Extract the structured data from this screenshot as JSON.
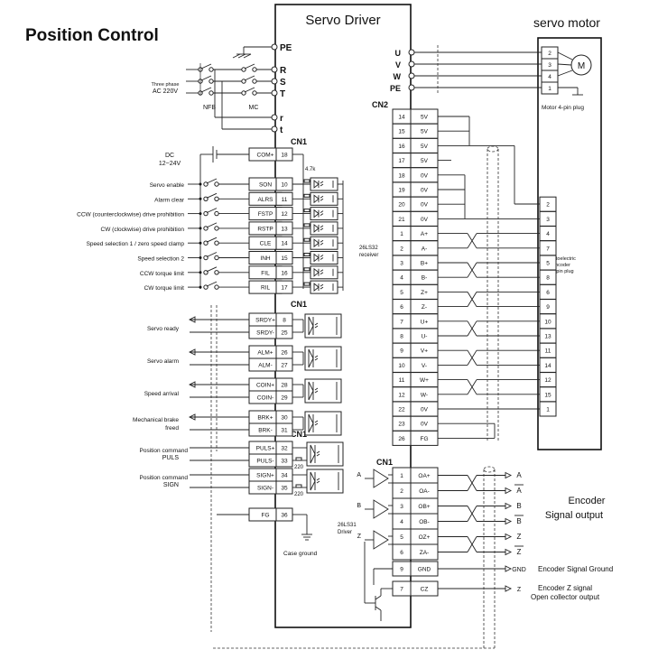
{
  "title": "Position Control",
  "servo_driver": {
    "title": "Servo Driver"
  },
  "servo_motor": {
    "title": "servo motor",
    "motor_symbol": "M",
    "plug_label": "Motor 4-pin plug",
    "plug_pins": [
      "2",
      "3",
      "4",
      "1"
    ],
    "encoder_plug_label": [
      "Photoelectric",
      "encoder",
      "15-pin plug"
    ]
  },
  "power": {
    "terminals": [
      "PE",
      "R",
      "S",
      "T",
      "r",
      "t"
    ],
    "motor_terminals": [
      "U",
      "V",
      "W",
      "PE"
    ],
    "supply_label": [
      "Three phase",
      "AC 220V"
    ],
    "nfb_label": "NFB",
    "mc_label": "MC"
  },
  "cn1_label": "CN1",
  "cn2_label": "CN2",
  "dc_supply": [
    "DC",
    "12~24V"
  ],
  "resistor_label": "4.7k",
  "inputs": [
    {
      "desc": "Servo enable",
      "signal": "SON",
      "pin": "10"
    },
    {
      "desc": "Alarm clear",
      "signal": "ALRS",
      "pin": "11"
    },
    {
      "desc": "CCW (counterclockwise) drive prohibition",
      "signal": "FSTP",
      "pin": "12"
    },
    {
      "desc": "CW (clockwise) drive prohibition",
      "signal": "RSTP",
      "pin": "13"
    },
    {
      "desc": "Speed selection 1 / zero speed clamp",
      "signal": "CLE",
      "pin": "14"
    },
    {
      "desc": "Speed selection 2",
      "signal": "INH",
      "pin": "15"
    },
    {
      "desc": "CCW torque limit",
      "signal": "FIL",
      "pin": "16"
    },
    {
      "desc": "CW torque limit",
      "signal": "RIL",
      "pin": "17"
    }
  ],
  "com": {
    "signal": "COM+",
    "pin": "18"
  },
  "outputs": [
    {
      "desc": [
        "Servo ready"
      ],
      "signals": [
        "SRDY+",
        "SRDY-"
      ],
      "pins": [
        "8",
        "25"
      ]
    },
    {
      "desc": [
        "Servo alarm"
      ],
      "signals": [
        "ALM+",
        "ALM-"
      ],
      "pins": [
        "26",
        "27"
      ]
    },
    {
      "desc": [
        "Speed arrival"
      ],
      "signals": [
        "COIN+",
        "COIN-"
      ],
      "pins": [
        "28",
        "29"
      ]
    },
    {
      "desc": [
        "Mechanical brake",
        "freed"
      ],
      "signals": [
        "BRK+",
        "BRK-"
      ],
      "pins": [
        "30",
        "31"
      ]
    }
  ],
  "pulse_inputs": [
    {
      "desc": [
        "Position command",
        "PULS"
      ],
      "signals": [
        "PULS+",
        "PULS-"
      ],
      "pins": [
        "32",
        "33"
      ],
      "resistor": "220"
    },
    {
      "desc": [
        "Position command",
        "SIGN"
      ],
      "signals": [
        "SIGN+",
        "SIGN-"
      ],
      "pins": [
        "34",
        "35"
      ],
      "resistor": "220"
    }
  ],
  "fg": {
    "signal": "FG",
    "pin": "36"
  },
  "case_ground": "Case ground",
  "receiver_label": [
    "26LS32",
    "receiver"
  ],
  "cn2_rows": [
    {
      "pin": "14",
      "signal": "5V",
      "motor_pin": ""
    },
    {
      "pin": "15",
      "signal": "5V",
      "motor_pin": ""
    },
    {
      "pin": "16",
      "signal": "5V",
      "motor_pin": ""
    },
    {
      "pin": "17",
      "signal": "5V",
      "motor_pin": ""
    },
    {
      "pin": "18",
      "signal": "0V",
      "motor_pin": ""
    },
    {
      "pin": "19",
      "signal": "0V",
      "motor_pin": ""
    },
    {
      "pin": "20",
      "signal": "0V",
      "motor_pin": "2"
    },
    {
      "pin": "21",
      "signal": "0V",
      "motor_pin": "3"
    },
    {
      "pin": "1",
      "signal": "A+",
      "motor_pin": "4"
    },
    {
      "pin": "2",
      "signal": "A-",
      "motor_pin": "7"
    },
    {
      "pin": "3",
      "signal": "B+",
      "motor_pin": "5"
    },
    {
      "pin": "4",
      "signal": "B-",
      "motor_pin": "8"
    },
    {
      "pin": "5",
      "signal": "Z+",
      "motor_pin": "6"
    },
    {
      "pin": "6",
      "signal": "Z-",
      "motor_pin": "9"
    },
    {
      "pin": "7",
      "signal": "U+",
      "motor_pin": "10"
    },
    {
      "pin": "8",
      "signal": "U-",
      "motor_pin": "13"
    },
    {
      "pin": "9",
      "signal": "V+",
      "motor_pin": "11"
    },
    {
      "pin": "10",
      "signal": "V-",
      "motor_pin": "14"
    },
    {
      "pin": "11",
      "signal": "W+",
      "motor_pin": "12"
    },
    {
      "pin": "12",
      "signal": "W-",
      "motor_pin": "15"
    },
    {
      "pin": "22",
      "signal": "0V",
      "motor_pin": "1"
    },
    {
      "pin": "23",
      "signal": "0V",
      "motor_pin": ""
    },
    {
      "pin": "26",
      "signal": "FG",
      "motor_pin": ""
    }
  ],
  "encoder_out": {
    "label": [
      "Encoder",
      "Signal output"
    ],
    "driver_label": [
      "26LS31",
      "Driver"
    ],
    "rows": [
      {
        "pin": "1",
        "signal": "OA+",
        "ext": "A"
      },
      {
        "pin": "2",
        "signal": "OA-",
        "ext": "A"
      },
      {
        "pin": "3",
        "signal": "OB+",
        "ext": "B"
      },
      {
        "pin": "4",
        "signal": "OB-",
        "ext": "B"
      },
      {
        "pin": "5",
        "signal": "OZ+",
        "ext": "Z"
      },
      {
        "pin": "6",
        "signal": "ZA-",
        "ext": "Z"
      }
    ],
    "driver_inputs": [
      "A",
      "B",
      "Z"
    ],
    "gnd": {
      "pin": "9",
      "signal": "GND",
      "ext": "GND",
      "label": "Encoder Signal Ground"
    },
    "cz": {
      "pin": "7",
      "signal": "CZ",
      "ext": "Z",
      "label": [
        "Encoder Z signal",
        "Open collector output"
      ]
    }
  }
}
